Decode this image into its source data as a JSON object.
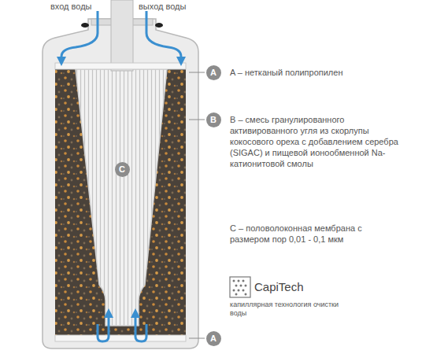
{
  "diagram": {
    "nodes": [
      {
        "text": [
          "A"
        ]
      },
      {
        "text": [
          "B"
        ]
      },
      {
        "text": [
          "C"
        ]
      },
      {
        "text": [
          "A"
        ]
      }
    ],
    "labels": [
      "вход воды",
      "выход воды",
      "A – нетканый полипропилен",
      "B – смесь гранулированного активированного угля из скорлупы кокосового ореха с добавлением серебра (SIGAC) и пищевой ионообменной Na-катионитовой смолы",
      "C – половолоконная мембрана с размером пор 0,01 - 0,1 мкм",
      "CapiTech",
      "капиллярная технология очистки воды"
    ]
  }
}
